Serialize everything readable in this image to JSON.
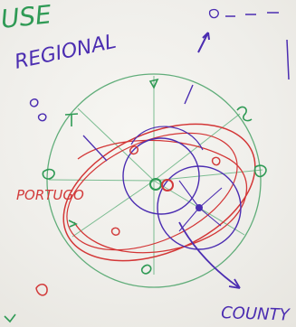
{
  "labels": {
    "top_left": "USE",
    "regional": "REGIONAL",
    "portugal": "PORTUGO",
    "county": "COUNTY"
  },
  "colors": {
    "paper": "#efeeea",
    "green": "#2f9a55",
    "blue": "#4b2db1",
    "red": "#d23a3a"
  }
}
